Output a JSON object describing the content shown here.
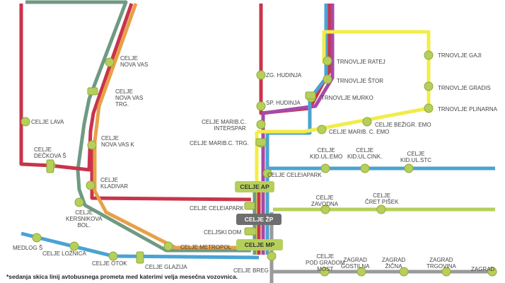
{
  "colors": {
    "red": "#c9344a",
    "orange": "#e8a048",
    "dark_green": "#6f9a82",
    "blue": "#4aa3d4",
    "purple": "#a64aa6",
    "yellow": "#f2ec48",
    "green": "#b6cf5a",
    "gray": "#9a9a9a",
    "stop_fill": "#b6cf5a",
    "stop_stroke": "#8fa83d",
    "terminal_gray": "#6e6e6e"
  },
  "terminals": {
    "ap": "CELJE AP",
    "zp": "CELJE ŽP",
    "mp": "CELJE MP"
  },
  "stops": {
    "nova_vas": "CELJE\nNOVA VAS",
    "nova_vas_trg": "CELJE\nNOVA VAS\nTRG.",
    "lava": "CELJE LAVA",
    "deckova": "CELJE\nDEČKOVA Š",
    "nova_vas_k": "CELJE\nNOVA VAS K",
    "kladivar": "CELJE\nKLADIVAR",
    "kersnikova": "CELJE\nKERSNIKOVA\nBOL.",
    "medlog": "MEDLOG Š",
    "loznica": "CELJE LOŽNICA",
    "otok": "CELJE OTOK",
    "glazija": "CELJE GLAZIJA",
    "metropol": "CELJE METROPOL",
    "celjski_dom": "CELJSKI DOM",
    "celeiapark_left": "CELJE CELEIAPARK",
    "breg": "CELJE BREG",
    "zg_hudinja": "ZG. HUDINJA",
    "sp_hudinja": "SP. HUDINJA",
    "marib_interspar": "CELJE MARIB.C.\nINTERSPAR",
    "marib_trg": "CELJE MARIB.C. TRG.",
    "trnovlje_ratej": "TRNOVLJE RATEJ",
    "trnovlje_stor": "TRNOVLJE ŠTOR",
    "trnovlje_murko": "TRNOVLJE  MURKO",
    "trnovlje_gaji": "TRNOVLJE GAJI",
    "trnovlje_gradis": "TRNOVLJE GRADIS",
    "trnovlje_plinarna": "TRNOVLJE PLINARNA",
    "bezigr_emo": "CELJE BEŽIGR. EMO",
    "marib_emo": "CELJE MARIB. C. EMO",
    "kid_emo": "CELJE\nKID.UL.EMO",
    "kid_cink": "CELJE\nKID.UL.CINK.",
    "kid_stc": "CELJE\nKID.UL.STC",
    "celeiapark_right": "CELJE CELEIAPARK",
    "zavodna": "CELJE\nZAVODNA",
    "cret_pisek": "CELJE\nČRET PIŠEK",
    "pod_gradom": "CELJE\nPOD GRADOM\nMOST",
    "gostilna": "ZAGRAD\nGOSTILNA",
    "zicna": "ZAGRAD\nŽIČNA",
    "trgovina": "ZAGRAD\nTRGOVINA",
    "zagrad": "ZAGRAD"
  },
  "footnote": "*sedanja skica linij avtobusnega prometa med katerimi velja mesečna vozovnica."
}
